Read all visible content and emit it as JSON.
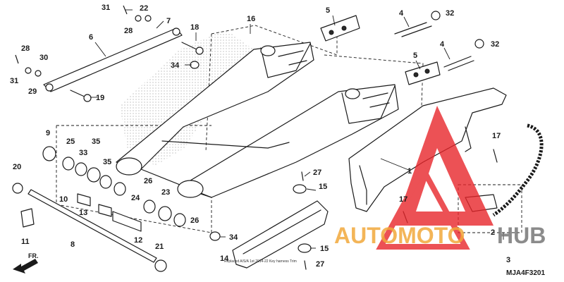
{
  "diagram": {
    "code": "MJA4F3201",
    "front_label": "FR.",
    "fine_print": "Replaced A/S/A 1st 2014-22 Key harness Trim",
    "watermark": {
      "auto": "AUTOMOTO",
      "hub": "HUB",
      "color_auto": "#f2a93b",
      "color_hub": "#777777",
      "triangle_color": "#e8262b"
    },
    "callouts": [
      {
        "id": "c31a",
        "label": "31"
      },
      {
        "id": "c22",
        "label": "22"
      },
      {
        "id": "c28a",
        "label": "28"
      },
      {
        "id": "c7",
        "label": "7"
      },
      {
        "id": "c6",
        "label": "6"
      },
      {
        "id": "c16",
        "label": "16"
      },
      {
        "id": "c5a",
        "label": "5"
      },
      {
        "id": "c4a",
        "label": "4"
      },
      {
        "id": "c32a",
        "label": "32"
      },
      {
        "id": "c18",
        "label": "18"
      },
      {
        "id": "c28b",
        "label": "28"
      },
      {
        "id": "c30",
        "label": "30"
      },
      {
        "id": "c31b",
        "label": "31"
      },
      {
        "id": "c29",
        "label": "29"
      },
      {
        "id": "c19",
        "label": "19"
      },
      {
        "id": "c34a",
        "label": "34"
      },
      {
        "id": "c4b",
        "label": "4"
      },
      {
        "id": "c32b",
        "label": "32"
      },
      {
        "id": "c5b",
        "label": "5"
      },
      {
        "id": "c9",
        "label": "9"
      },
      {
        "id": "c25",
        "label": "25"
      },
      {
        "id": "c33",
        "label": "33"
      },
      {
        "id": "c35a",
        "label": "35"
      },
      {
        "id": "c35b",
        "label": "35"
      },
      {
        "id": "c17a",
        "label": "17"
      },
      {
        "id": "c20",
        "label": "20"
      },
      {
        "id": "c27a",
        "label": "27"
      },
      {
        "id": "c1",
        "label": "1"
      },
      {
        "id": "c10",
        "label": "10"
      },
      {
        "id": "c26a",
        "label": "26"
      },
      {
        "id": "c23",
        "label": "23"
      },
      {
        "id": "c24",
        "label": "24"
      },
      {
        "id": "c15a",
        "label": "15"
      },
      {
        "id": "c13",
        "label": "13"
      },
      {
        "id": "c17b",
        "label": "17"
      },
      {
        "id": "c11",
        "label": "11"
      },
      {
        "id": "c26b",
        "label": "26"
      },
      {
        "id": "c12",
        "label": "12"
      },
      {
        "id": "c2",
        "label": "2"
      },
      {
        "id": "c8",
        "label": "8"
      },
      {
        "id": "c34b",
        "label": "34"
      },
      {
        "id": "c21",
        "label": "21"
      },
      {
        "id": "c15b",
        "label": "15"
      },
      {
        "id": "c14",
        "label": "14"
      },
      {
        "id": "c27b",
        "label": "27"
      },
      {
        "id": "c3",
        "label": "3"
      }
    ]
  }
}
